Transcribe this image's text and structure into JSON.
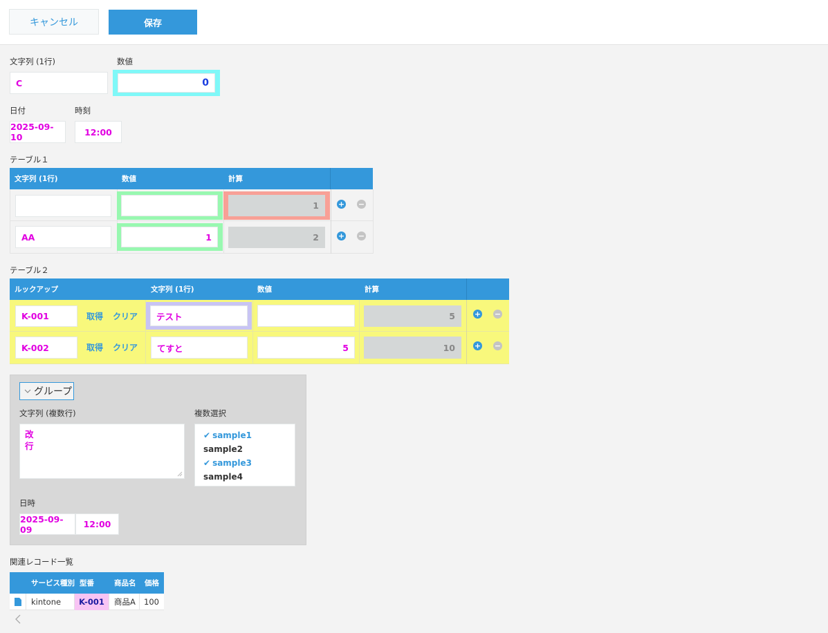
{
  "toolbar": {
    "cancel_label": "キャンセル",
    "save_label": "保存"
  },
  "fields": {
    "text_single": {
      "label": "文字列 (1行)",
      "value": "C"
    },
    "number": {
      "label": "数値",
      "value": "0"
    },
    "date": {
      "label": "日付",
      "value": "2025-09-10"
    },
    "time": {
      "label": "時刻",
      "value": "12:00"
    }
  },
  "table1": {
    "title": "テーブル１",
    "headers": [
      "文字列 (1行)",
      "数値",
      "計算"
    ],
    "rows": [
      {
        "text": "",
        "number": "",
        "calc": "1"
      },
      {
        "text": "AA",
        "number": "1",
        "calc": "2"
      }
    ]
  },
  "table2": {
    "title": "テーブル２",
    "headers": [
      "ルックアップ",
      "文字列 (1行)",
      "数値",
      "計算"
    ],
    "get_label": "取得",
    "clear_label": "クリア",
    "rows": [
      {
        "lookup": "K-001",
        "text": "テスト",
        "number": "",
        "calc": "5"
      },
      {
        "lookup": "K-002",
        "text": "てすと",
        "number": "5",
        "calc": "10"
      }
    ]
  },
  "group": {
    "title": "グループ",
    "multiline": {
      "label": "文字列 (複数行)",
      "lines": [
        "改",
        "行"
      ]
    },
    "multiselect": {
      "label": "複数選択",
      "options": [
        {
          "label": "sample1",
          "selected": true
        },
        {
          "label": "sample2",
          "selected": false
        },
        {
          "label": "sample3",
          "selected": true
        },
        {
          "label": "sample4",
          "selected": false
        }
      ]
    },
    "datetime": {
      "label": "日時",
      "date": "2025-09-09",
      "time": "12:00"
    }
  },
  "related": {
    "title": "関連レコード一覧",
    "headers": [
      "サービス種別",
      "型番",
      "商品名",
      "価格"
    ],
    "rows": [
      {
        "service": "kintone",
        "model": "K-001",
        "product": "商品A",
        "price": "100"
      }
    ],
    "prev_icon": "chevron-left-icon"
  },
  "colors": {
    "accent": "#3498db",
    "value_text": "#e100e1",
    "number_highlight_border": "#7ff8f8",
    "number_value": "#1a3de0",
    "table1_number_border": "#98f8b0",
    "table1_calc_border": "#f8a096",
    "table2_row_bg": "#f8f87c",
    "table2_text_border": "#c8c4f4",
    "related_model_bg": "#f8c4f4"
  }
}
